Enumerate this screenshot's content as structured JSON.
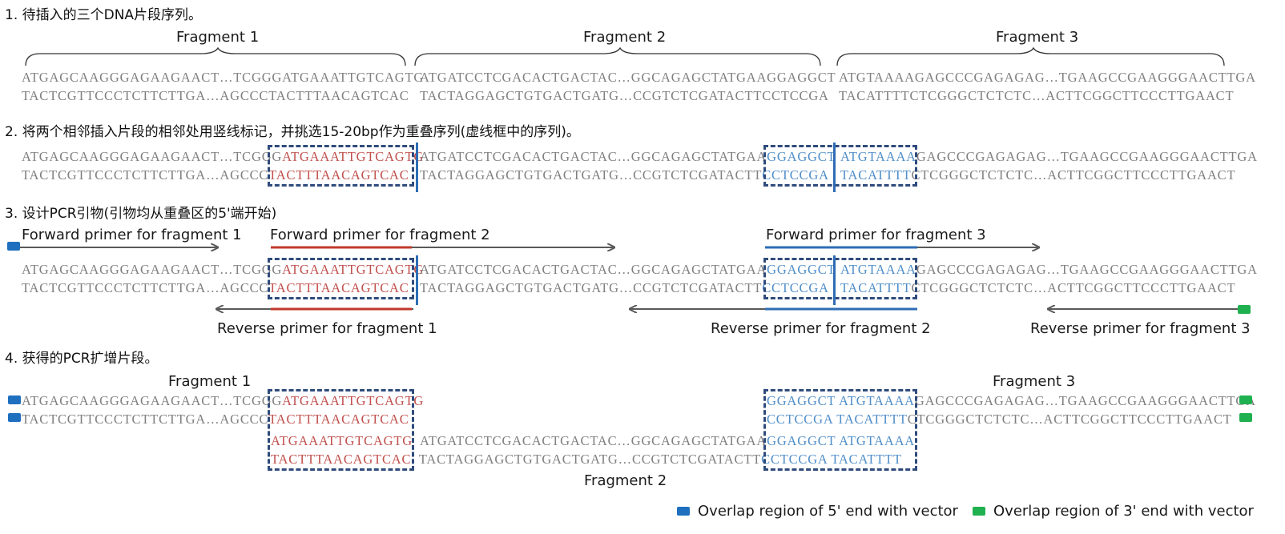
{
  "steps": {
    "s1": "1. 待插入的三个DNA片段序列。",
    "s2": "2. 将两个相邻插入片段的相邻处用竖线标记，并挑选15-20bp作为重叠序列(虚线框中的序列)。",
    "s3": "3. 设计PCR引物(引物均从重叠区的5'端开始)",
    "s4": "4. 获得的PCR扩增片段。"
  },
  "fragments": {
    "f1": "Fragment 1",
    "f2": "Fragment 2",
    "f3": "Fragment 3"
  },
  "seq": {
    "f1_top_a": "ATGAGCAAGGGAGAAGAACT…TCGGG",
    "f1_top_b": "ATGAAATTGTCAGTG",
    "f1_bot_a": "TACTCGTTCCCTCTTCTTGA…AGCCC",
    "f1_bot_b": "TACTTTAACAGTCAC",
    "f2_top_a": "ATGATCCTCGACACTGACTAC…GGCAGAGCTATGAA",
    "f2_top_b": "GGAGGCT",
    "f2_bot_a": "TACTAGGAGCTGTGACTGATG…CCGTCTCGATACTT",
    "f2_bot_b": "CCTCCGA",
    "f3_top_a": "ATGTAAAA",
    "f3_top_b": "GAGCCCGAGAGAG…TGAAGCCGAAGGGAACTTGA",
    "f3_bot_a": "TACATTTT",
    "f3_bot_b": "CTCGGGCTCTCTC…ACTTCGGCTTCCCTTGAACT",
    "r1_top": "ATGAGCAAGGGAGAAGAACT…TCGGGATGAAATTGTCAGTG",
    "r1_bot": "TACTCGTTCCCTCTTCTTGA…AGCCCTACTTTAACAGTCAC",
    "r2_top": "ATGATCCTCGACACTGACTAC…GGCAGAGCTATGAAGGAGGCT",
    "r2_bot": "TACTAGGAGCTGTGACTGATG…CCGTCTCGATACTTCCTCCGA",
    "r3_top": "ATGTAAAAGAGCCCGAGAGAG…TGAAGCCGAAGGGAACTTGA",
    "r3_bot": "TACATTTTCTCGGGCTCTCTC…ACTTCGGCTTCCCTTGAACT"
  },
  "primers": {
    "fwd1": "Forward primer for fragment 1",
    "fwd2": "Forward primer for fragment 2",
    "fwd3": "Forward primer for fragment 3",
    "rev1": "Reverse primer for fragment 1",
    "rev2": "Reverse primer for fragment 2",
    "rev3": "Reverse primer for fragment 3"
  },
  "legend": {
    "five_prime": "Overlap region of 5' end with vector",
    "three_prime": "Overlap region of 3' end with vector"
  },
  "colors": {
    "five_prime_marker": "#1f6fbf",
    "three_prime_marker": "#1fb14f",
    "overlap_red": "#c0504d",
    "overlap_blue": "#4f8ec9",
    "dashed_box": "#2f4b7c",
    "primer_red": "#c0392b",
    "primer_blue": "#2e6db4",
    "arrow_grey": "#595959"
  }
}
